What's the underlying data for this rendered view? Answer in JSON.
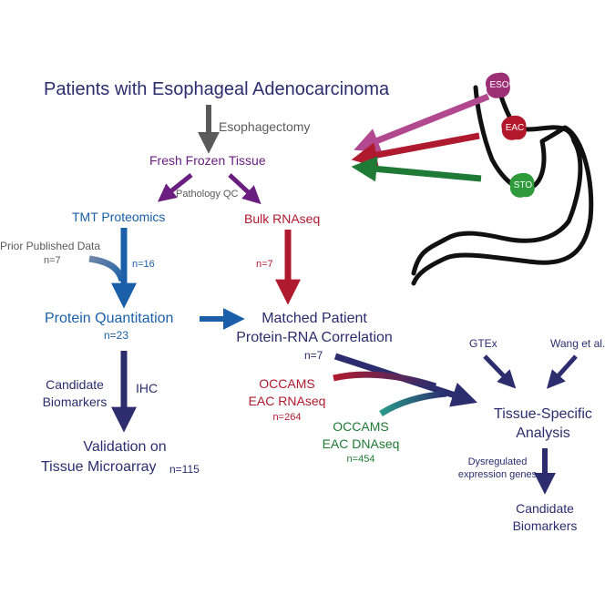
{
  "title": "Patients with Esophageal Adenocarcinoma",
  "steps": {
    "esophagectomy": "Esophagectomy",
    "fresh_frozen": "Fresh Frozen Tissue",
    "pathology_qc": "Pathology QC",
    "tmt": "TMT Proteomics",
    "bulk_rnaseq": "Bulk RNAseq",
    "prior_data": "Prior Published Data",
    "prior_n": "n=7",
    "tmt_n": "n=16",
    "rna_n": "n=7",
    "protein_quant": "Protein Quantitation",
    "protein_quant_n": "n=23",
    "matched_line1": "Matched Patient",
    "matched_line2": "Protein-RNA Correlation",
    "matched_n": "n=7",
    "candidate_line1": "Candidate",
    "candidate_line2": "Biomarkers",
    "ihc": "IHC",
    "validation_line1": "Validation on",
    "validation_line2": "Tissue Microarray",
    "validation_n": "n=115",
    "occams_rna_line1": "OCCAMS",
    "occams_rna_line2": "EAC RNAseq",
    "occams_rna_n": "n=264",
    "occams_dna_line1": "OCCAMS",
    "occams_dna_line2": "EAC DNAseq",
    "occams_dna_n": "n=454",
    "gtex": "GTEx",
    "wang": "Wang et al.",
    "tissue_line1": "Tissue-Specific",
    "tissue_line2": "Analysis",
    "dysreg_line1": "Dysregulated",
    "dysreg_line2": "expression genes",
    "final_line1": "Candidate",
    "final_line2": "Biomarkers"
  },
  "stomach": {
    "eso": "ESO",
    "eac": "EAC",
    "sto": "STO"
  },
  "colors": {
    "navy": "#2b2d6e",
    "gray": "#5a5a5a",
    "purple": "#6a1f80",
    "blue": "#1a5fa8",
    "red": "#b01a2e",
    "green": "#1e7a34",
    "magenta": "#b2488f",
    "eso_site": "#9c2f76",
    "eac_site": "#b2172a",
    "sto_site": "#2f9a3a"
  }
}
